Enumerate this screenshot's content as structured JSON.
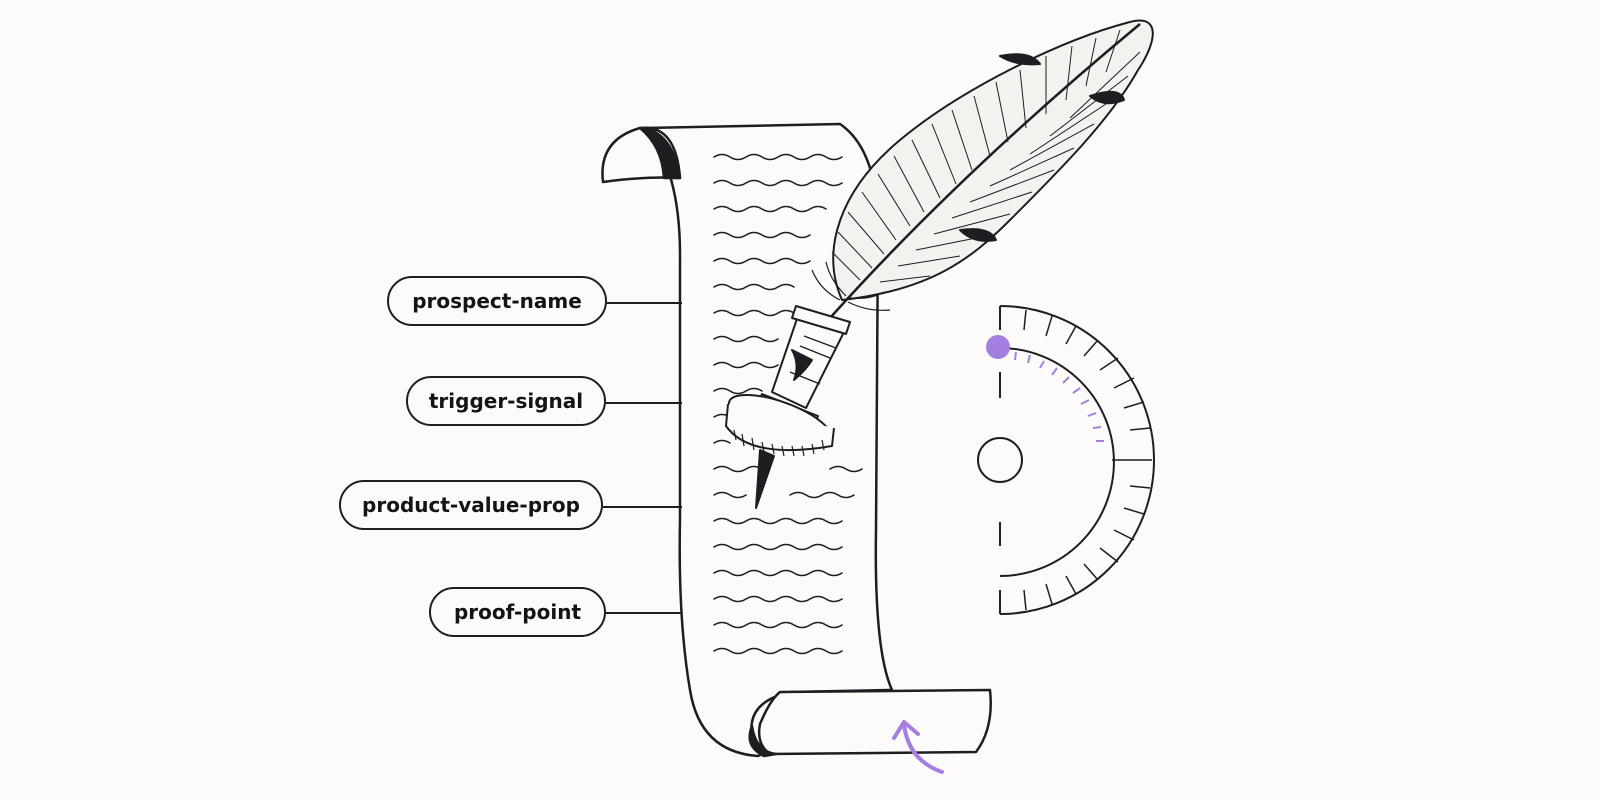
{
  "variables": [
    {
      "label": "prospect-name"
    },
    {
      "label": "trigger-signal"
    },
    {
      "label": "product-value-prop"
    },
    {
      "label": "proof-point"
    }
  ],
  "colors": {
    "ink": "#1d1d22",
    "accent": "#a57fe0",
    "paper": "#fcfbfa"
  },
  "icons": [
    "scroll-icon",
    "quill-pen-icon",
    "tone-dial-icon",
    "curved-arrow-icon"
  ]
}
